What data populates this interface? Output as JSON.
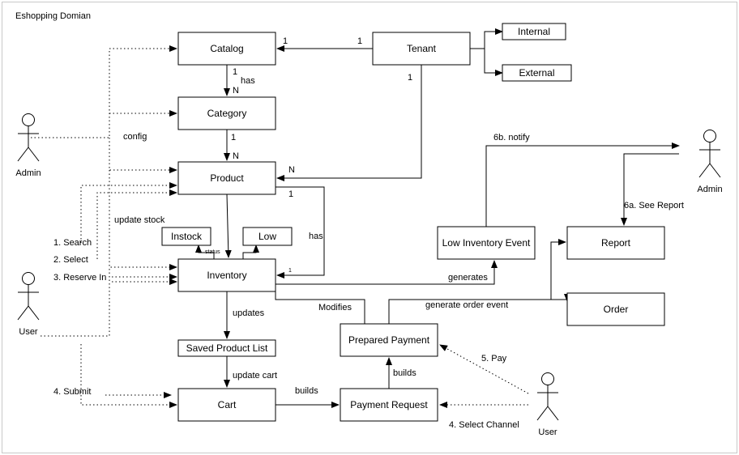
{
  "title": "Eshopping Domian",
  "nodes": {
    "catalog": "Catalog",
    "tenant": "Tenant",
    "internal": "Internal",
    "external": "External",
    "category": "Category",
    "product": "Product",
    "instock": "Instock",
    "low": "Low",
    "inventory": "Inventory",
    "low_inventory_event": "Low Inventory Event",
    "report": "Report",
    "order": "Order",
    "saved_product_list": "Saved Product List",
    "prepared_payment": "Prepared Payment",
    "cart": "Cart",
    "payment_request": "Payment Request"
  },
  "actors": {
    "admin_left": "Admin",
    "admin_right": "Admin",
    "user_left": "User",
    "user_right": "User"
  },
  "labels": {
    "tenant_catalog_1a": "1",
    "tenant_catalog_1b": "1",
    "tenant_product_1": "1",
    "tenant_product_n": "N",
    "catalog_category_1": "1",
    "catalog_category_has": "has",
    "catalog_category_n": "N",
    "category_product_1": "1",
    "category_product_n": "N",
    "config": "config",
    "product_inventory_1": "1",
    "product_inventory_has": "has",
    "inventory_1": "1",
    "update_stock": "update stock",
    "status": "status",
    "search": "1. Search",
    "select": "2. Select",
    "reserve_in": "3. Reserve In",
    "submit": "4. Submit",
    "updates": "updates",
    "update_cart": "update cart",
    "builds_cart": "builds",
    "builds_payment": "builds",
    "generates": "generates",
    "modifies": "Modifies",
    "generate_order_event": "generate order event",
    "notify": "6b. notify",
    "see_report": "6a. See Report",
    "pay": "5. Pay",
    "select_channel": "4. Select Channel"
  }
}
